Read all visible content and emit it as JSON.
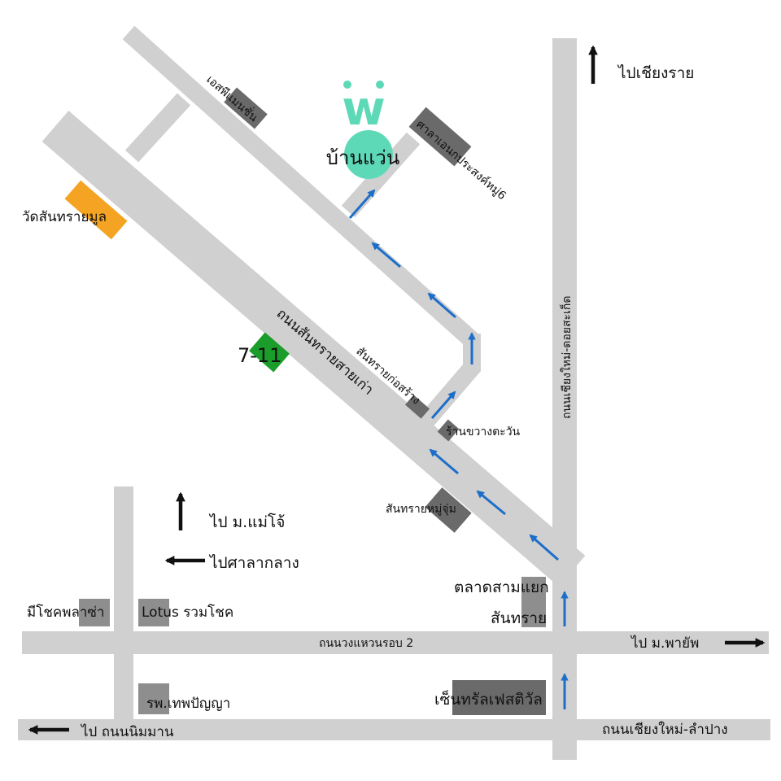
{
  "destination": {
    "name": "บ้านแว่น",
    "logo_letter": "w"
  },
  "directions": {
    "north_chiangrai": "ไปเชียงราย",
    "mae_jo": "ไป  ม.แม่โจ้",
    "city_hall": "ไปศาลากลาง",
    "payap": "ไป  ม.พายัพ",
    "nimman": "ไป  ถนนนิมมาน"
  },
  "roads": {
    "sansai_old": "ถนนสันทรายสายเก่า",
    "cm_doisaket": "ถนนเชียงใหม่-ดอยสะเก็ด",
    "ring_road_2": "ถนนวงแหวนรอบ 2",
    "cm_lampang": "ถนนเชียงใหม่-ลำปาง"
  },
  "landmarks": {
    "wat_sansai_mun": "วัดสันทรายมูล",
    "esp_mansion": "เอสพีแมนชั่น",
    "sala": "ศาลาเอนกประสงค์หมู่6",
    "seven_eleven": "7-11",
    "sansai_construction": "สันทรายก่อสร้าง",
    "khwang_tawan": "ร้านขวางตะวัน",
    "sansai_mu_chum": "สันทรายหมู่จุ่ม",
    "talat_line1": "ตลาดสามแยก",
    "talat_line2": "สันทราย",
    "mee_chok": "มีโชคพลาซ่า",
    "lotus": "Lotus  รวมโชค",
    "theppanya": "รพ.เทพปัญญา",
    "central_festival": "เซ็นทรัลเฟสติวัล"
  },
  "colors": {
    "road": "#d0d0d0",
    "building": "#6a6a6a",
    "wat": "#f4a322",
    "seven_eleven": "#1a9d2a",
    "route_arrow": "#1c6ec9",
    "destination": "#5ed9b8",
    "direction_arrow": "#111111"
  },
  "icons": {
    "route": "blue-arrow-icon",
    "direction": "black-arrow-icon",
    "logo": "ban-waen-logo-icon"
  }
}
